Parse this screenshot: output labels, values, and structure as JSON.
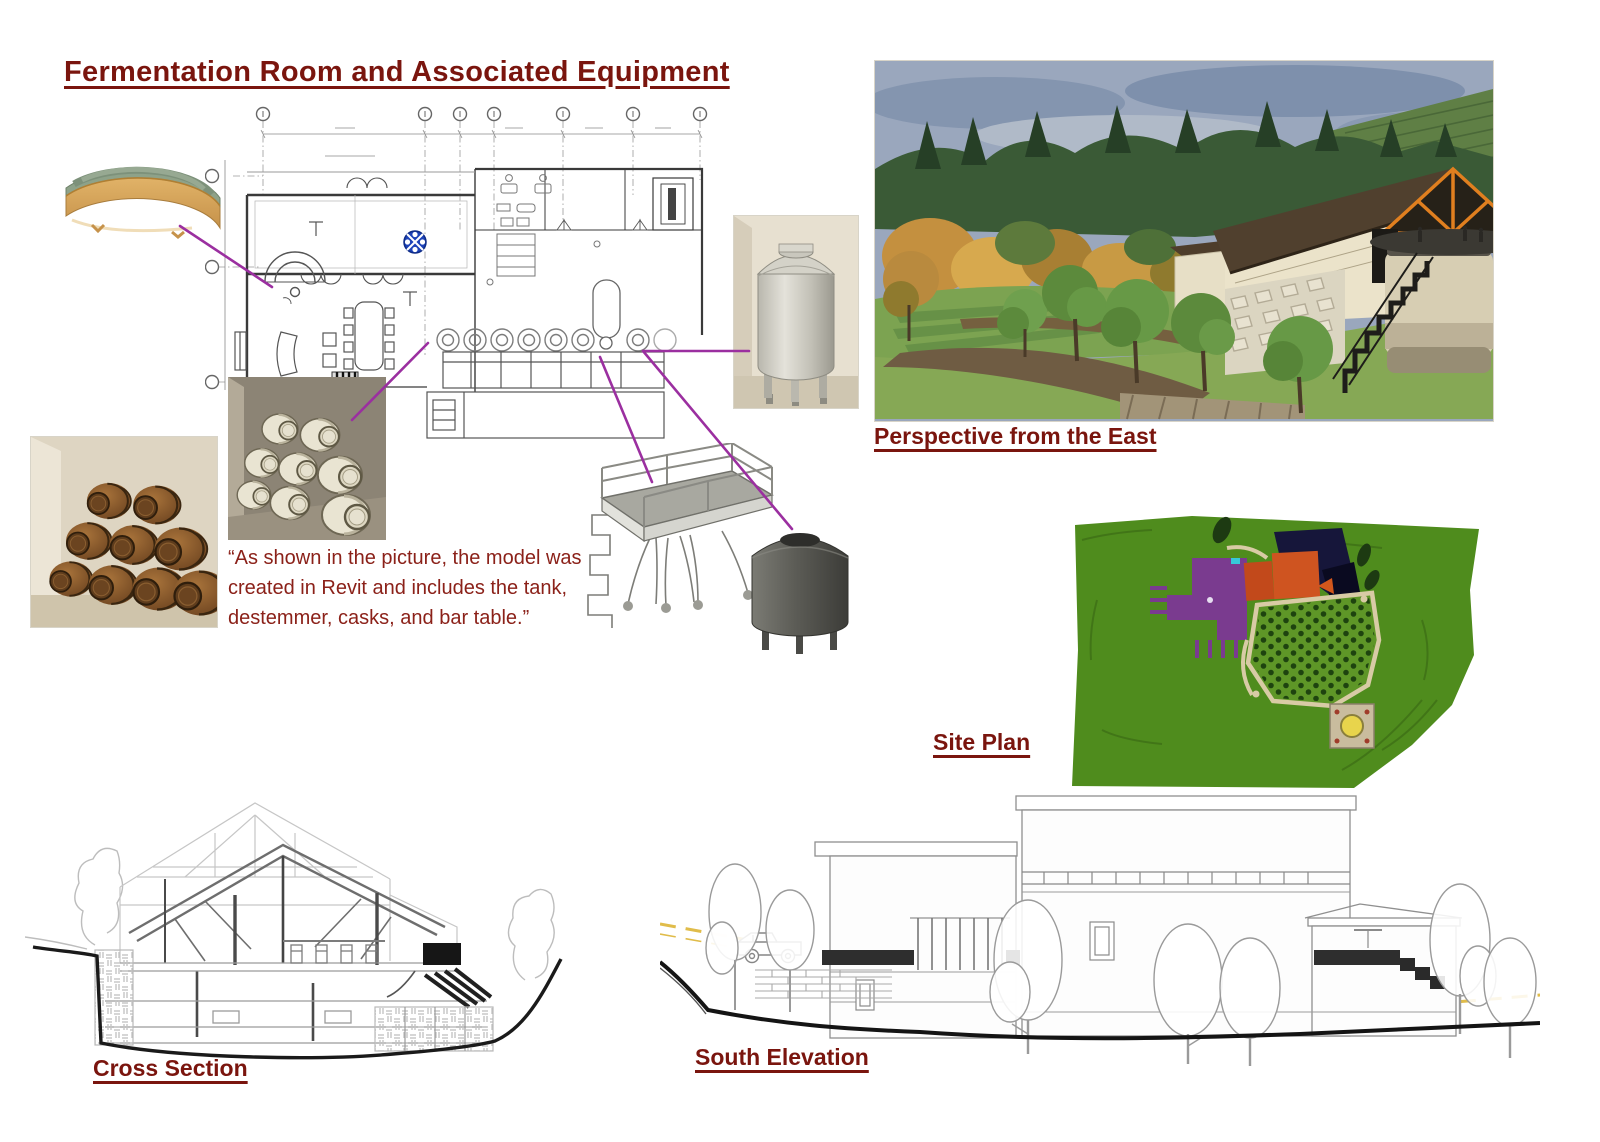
{
  "slide": {
    "title": "Fermentation Room and Associated Equipment",
    "annotation": "“As shown in the picture, the model was created in Revit and includes the tank, destemmer, casks, and bar table.”",
    "captions": {
      "perspective": "Perspective from the East",
      "site_plan": "Site Plan",
      "cross_section": "Cross Section",
      "south_elevation": "South Elevation"
    },
    "colors": {
      "heading_red": "#7a150e",
      "annotation_red": "#8b2119",
      "connector_purple": "#9b2fa0",
      "site_plan_green": "#4f8c1d",
      "truss_orange": "#e07f1f",
      "plan_marker_blue": "#1c42b8"
    },
    "figures": [
      "fermentation-room-floor-plan",
      "bar-table-render",
      "wood-barrels-photo",
      "casks-model-render",
      "steel-tank-render",
      "destemmer-platform-render",
      "dark-tank-render",
      "perspective-rendering",
      "site-plan-rendering",
      "cross-section-drawing",
      "south-elevation-drawing"
    ]
  }
}
